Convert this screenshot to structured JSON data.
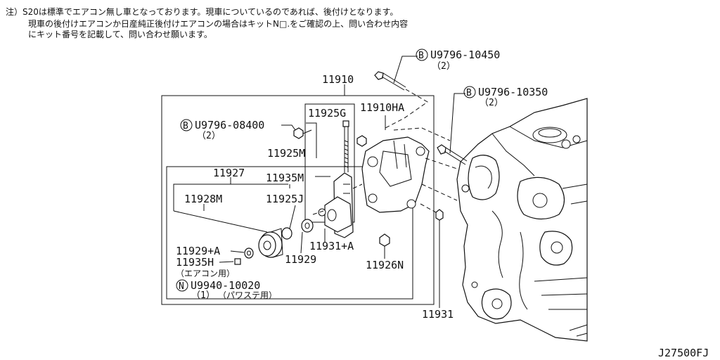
{
  "notes": {
    "line1": "注）S20は標準でエアコン無し車となっております。現車についているのであれば、後付けとなります。",
    "line2": "現車の後付けエアコンか日産純正後付けエアコンの場合はキットN□.をご確認の上、問い合わせ内容",
    "line3": "にキット番号を記載して、問い合わせ願います。"
  },
  "callouts": {
    "bolt_top": {
      "badge": "B",
      "part": "U9796-10450",
      "qty": "（2）"
    },
    "bolt_right": {
      "badge": "B",
      "part": "U9796-10350",
      "qty": "（2）"
    },
    "bolt_left": {
      "badge": "B",
      "part": "U9796-08400",
      "qty": "（2）"
    },
    "nut_power_steering": {
      "badge": "N",
      "part": "U9940-10020",
      "qty": "（1）",
      "note": "（パワステ用）"
    }
  },
  "labels": {
    "p11910": "11910",
    "p11925g": "11925G",
    "p11910ha": "11910HA",
    "p11925m": "11925M",
    "p11927": "11927",
    "p11935m": "11935M",
    "p11928m": "11928M",
    "p11925j": "11925J",
    "p11929a": "11929+A",
    "p11931a": "11931+A",
    "p11935h": "11935H",
    "p11935h_note": "（エアコン用）",
    "p11929": "11929",
    "p11926n": "11926N",
    "p11931": "11931"
  },
  "figure_code": "J27500FJ"
}
